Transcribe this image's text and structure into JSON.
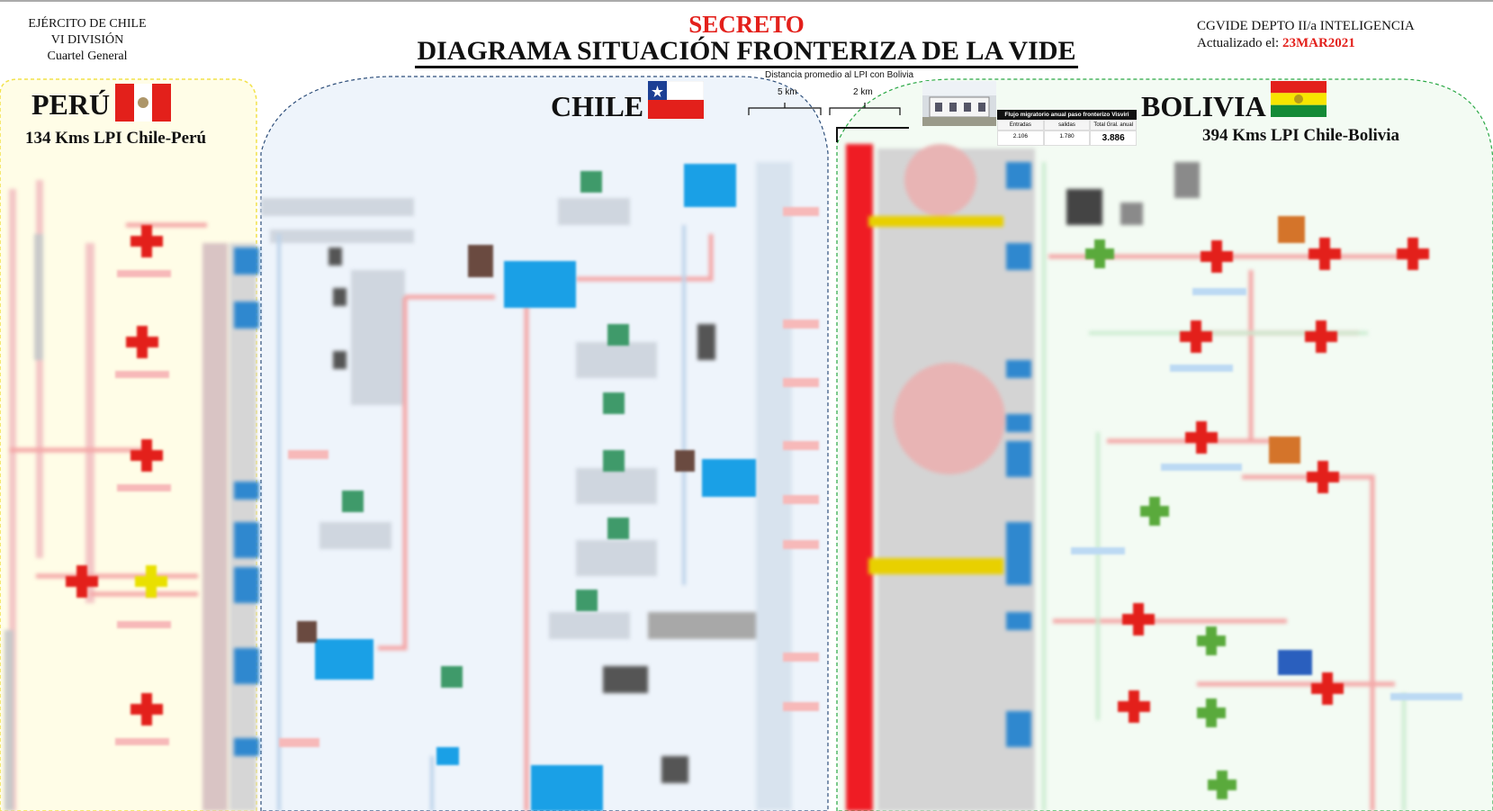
{
  "header": {
    "org_lines": [
      "EJÉRCITO DE CHILE",
      "VI DIVISIÓN",
      "Cuartel General"
    ],
    "classification": "SECRETO",
    "title": "DIAGRAMA SITUACIÓN FRONTERIZA DE LA VIDE",
    "department": "CGVIDE DEPTO II/a INTELIGENCIA",
    "updated_label": "Actualizado el:",
    "updated_date": "23MAR2021"
  },
  "countries": {
    "peru": {
      "name": "PERÚ",
      "lpi": "134 Kms LPI Chile-Perú"
    },
    "chile": {
      "name": "CHILE"
    },
    "bolivia": {
      "name": "BOLIVIA",
      "lpi": "394 Kms LPI Chile-Bolivia"
    }
  },
  "distance": {
    "title": "Distancia promedio al LPI con Bolivia",
    "label_5": "5 km",
    "label_2": "2 km"
  },
  "flujo": {
    "header": "Flujo migratorio anual paso fronterizo Visviri",
    "columns": [
      "Entradas",
      "salidas",
      "Total Gral. anual"
    ],
    "values": [
      "2.106",
      "1.780",
      "3.886"
    ]
  },
  "colors": {
    "peru_zone": "#fffde7",
    "chile_zone": "#eef4fb",
    "bolivia_zone": "#f3fbf3",
    "border_red": "#ef1c24",
    "node_blue": "#1aa0e6",
    "link_pink": "#f4a7a7",
    "highlight_yellow": "#e8d000"
  },
  "icons": {
    "peru_flag": "flag-peru-icon",
    "chile_flag": "flag-chile-icon",
    "bolivia_flag": "flag-bolivia-icon",
    "red_cross": "red-cross-icon",
    "yellow_cross": "yellow-cross-icon",
    "green_marker": "green-marker-icon",
    "blue_node": "blue-node-icon",
    "building_photo": "building-photo-icon"
  }
}
